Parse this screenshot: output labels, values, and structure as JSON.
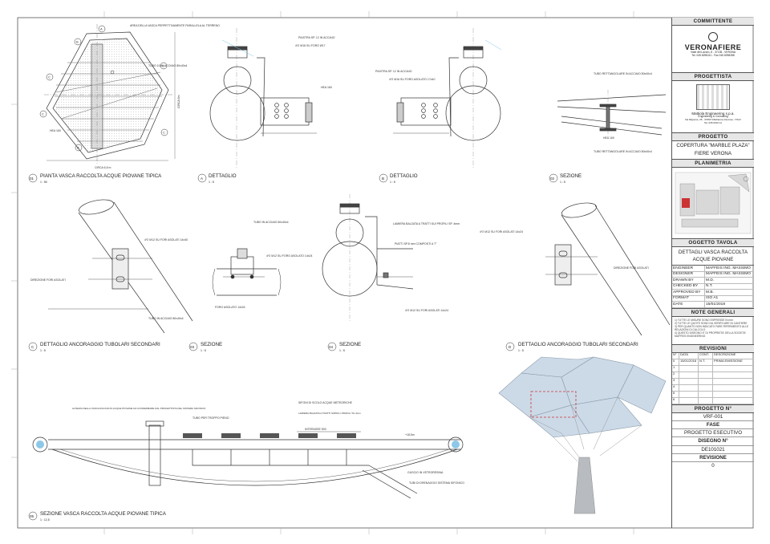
{
  "views": [
    {
      "num": "01",
      "title": "PIANTA VASCA RACCOLTA ACQUE PIOVANE TIPICA",
      "scale": "1 : 50"
    },
    {
      "num": "A",
      "title": "DETTAGLIO",
      "scale": "1 : 5"
    },
    {
      "num": "B",
      "title": "DETTAGLIO",
      "scale": "1 : 5"
    },
    {
      "num": "02",
      "title": "SEZIONE",
      "scale": "1 : 5"
    },
    {
      "num": "C",
      "title": "DETTAGLIO ANCORAGGIO TUBOLARI SECONDARI",
      "scale": "1 : 5"
    },
    {
      "num": "03",
      "title": "SEZIONE",
      "scale": "1 : 5"
    },
    {
      "num": "04",
      "title": "SEZIONE",
      "scale": "1 : 5"
    },
    {
      "num": "D",
      "title": "DETTAGLIO ANCORAGGIO TUBOLARI SECONDARI",
      "scale": "1 : 5"
    },
    {
      "num": "05",
      "title": "SEZIONE VASCA RACCOLTA ACQUE PIOVANE TIPICA",
      "scale": "1 : 12,5"
    }
  ],
  "annotations": {
    "v01_area": "AREA DELLA VASCA PERPETTIVAMENTE PARALLELA AL TERRENO",
    "v01_tubo": "TUBO 10 IN ACCIAIO 80x40x4",
    "v01_hea": "HEA 160",
    "v01_circa": "CIRCA 6,5 m",
    "v01_circa2": "CIRCA 6m",
    "vA_piastra": "PIASTRA SP. 12 IN ACCIAIO",
    "vA_mbulloni": "4*2 M16 SU FORO Ø17",
    "vA_hea": "HEA 160",
    "vB_piastra": "PIASTRA SP. 12 IN ACCIAIO",
    "vB_fori": "4*2 M16 SU FORO ASOLATO 17x40",
    "v02_tubo1": "TUBO RETTANGOLARE IN ACCIAIO 80x40x4",
    "v02_tubo2": "TUBO RETTANGOLARE IN ACCIAIO 80x40x4",
    "v02_hea": "HEA 160",
    "vC_fori": "4*2 M12 SU FORI ASOLATI 14x40",
    "vC_direz": "DIREZIONE FORI ASOLATI",
    "vC_tubo": "TUBO IN ACCIAIO 80x40x4",
    "v03_tubo": "TUBO IN ACCIAIO 60x40x4",
    "v03_fori": "4*2 M12 SU FORO ASOLATO 14x24",
    "v03_foro": "FORO ASOLATO 14x24",
    "v04_lamiera": "LAMIERA BALZATA A TRATTI SUI PROFILI SP. 4mm",
    "v04_piatti": "PIATTI SP.8 mm COMPOSTI A 'T'",
    "v04_fori": "4*2 M12 SU FORI ASOLATI 14x24",
    "vD_fori": "4*2 M12 SU FORI ASOLATI 14x24",
    "vD_direz": "DIREZIONE FORI ASOLATI",
    "v05_altezza": "ALTEZZA DELLA VASCA RACCOLTA ACQUE PIOVANE DA CONFERMARE DAL PROGETTISTA DEL SISTEMA SIFONICO",
    "v05_tubo": "TUBO PER TROPPO PIENO",
    "v05_sifoni": "SIFONI DI SCOLO ACQUE METEORICHE",
    "v05_lamiera": "LAMIERA BALZATA A TRATTI SOPRA I PROFILI TH 4mm",
    "v05_interasse": "INTERASSE 500",
    "v05_quota": "+18,5m",
    "v05_guscio": "GUSCIO IN VETRORESINA",
    "v05_tubi": "TUBI DI DRENAGGIO SISTEMA SIFONICO"
  },
  "title_block": {
    "committente_label": "COMMITTENTE",
    "client_name": "VERONAFIERE",
    "client_addr": "Viale del Lavoro, 8 - 37135 - VERONA",
    "client_tel": "Tel. 045 8298111 - Fax 045 8298288",
    "progettista_label": "PROGETTISTA",
    "designer_name": "Mattiola Engineering s.p.a.",
    "designer_sub": "Engineering & Consulting",
    "designer_addr": "Via Mignone, 26 - 37060 Villafranca (Verona) - ITALY",
    "designer_tel": "Tel. 045 6301 11",
    "progetto_label": "PROGETTO",
    "project_name": "COPERTURA \"MARBLE PLAZA\"",
    "project_place": "FIERE VERONA",
    "planimetria_label": "PLANIMETRIA",
    "oggetto_label": "OGGETTO TAVOLA",
    "oggetto_l1": "DETTAGLI VASCA RACCOLTA",
    "oggetto_l2": "ACQUE PIOVANE",
    "meta": [
      {
        "k": "ENGINEER",
        "v": "MAFFEIS ING. MASSIMO"
      },
      {
        "k": "DESIGNER",
        "v": "MAFFEIS ING. MASSIMO"
      },
      {
        "k": "DRAWN BY",
        "v": "M.D."
      },
      {
        "k": "CHECKED BY",
        "v": "N.T."
      },
      {
        "k": "APPROVED BY",
        "v": "M.B."
      },
      {
        "k": "FORMAT",
        "v": "ISO A1"
      },
      {
        "k": "DATE",
        "v": "15/01/2018"
      }
    ],
    "note_label": "NOTE GENERALI",
    "notes": [
      "1) TUTTE LE MISURE SONO ESPRESSE IN mm",
      "2) TUTTE LE QUOTE SONO DA VERIFICARE IN CANTIERE",
      "3) PER QUANTO NON INDICATO FARE RIFERIMENTO ALLE RELAZIONI DI CALCOLO",
      "4) QUESTO DISEGNO E' DI PROPRIETA' DELLA SOCIETA' MAFFEIS ENGINEERING"
    ],
    "revisioni_label": "REVISIONI",
    "rev_cols": [
      "N°",
      "DATA",
      "CONT.",
      "DESCRIZIONE"
    ],
    "rev_rows": [
      [
        "0",
        "15/01/2018",
        "N.T.",
        "PRIMA EMISSIONE"
      ],
      [
        "1",
        "",
        "",
        ""
      ],
      [
        "2",
        "",
        "",
        ""
      ],
      [
        "3",
        "",
        "",
        ""
      ],
      [
        "4",
        "",
        "",
        ""
      ],
      [
        "5",
        "",
        "",
        ""
      ],
      [
        "6",
        "",
        "",
        ""
      ]
    ],
    "progetto_n_label": "PROGETTO N°",
    "progetto_n": "VRF-001",
    "fase_label": "FASE",
    "fase": "PROGETTO ESECUTIVO",
    "disegno_label": "DISEGNO N°",
    "disegno": "DE101021",
    "revisione_label": "REVISIONE",
    "revisione": "0"
  },
  "colors": {
    "line": "#333333",
    "accent": "#cc3333",
    "glass": "#c7d6e6",
    "fill": "#e6e6e6"
  }
}
